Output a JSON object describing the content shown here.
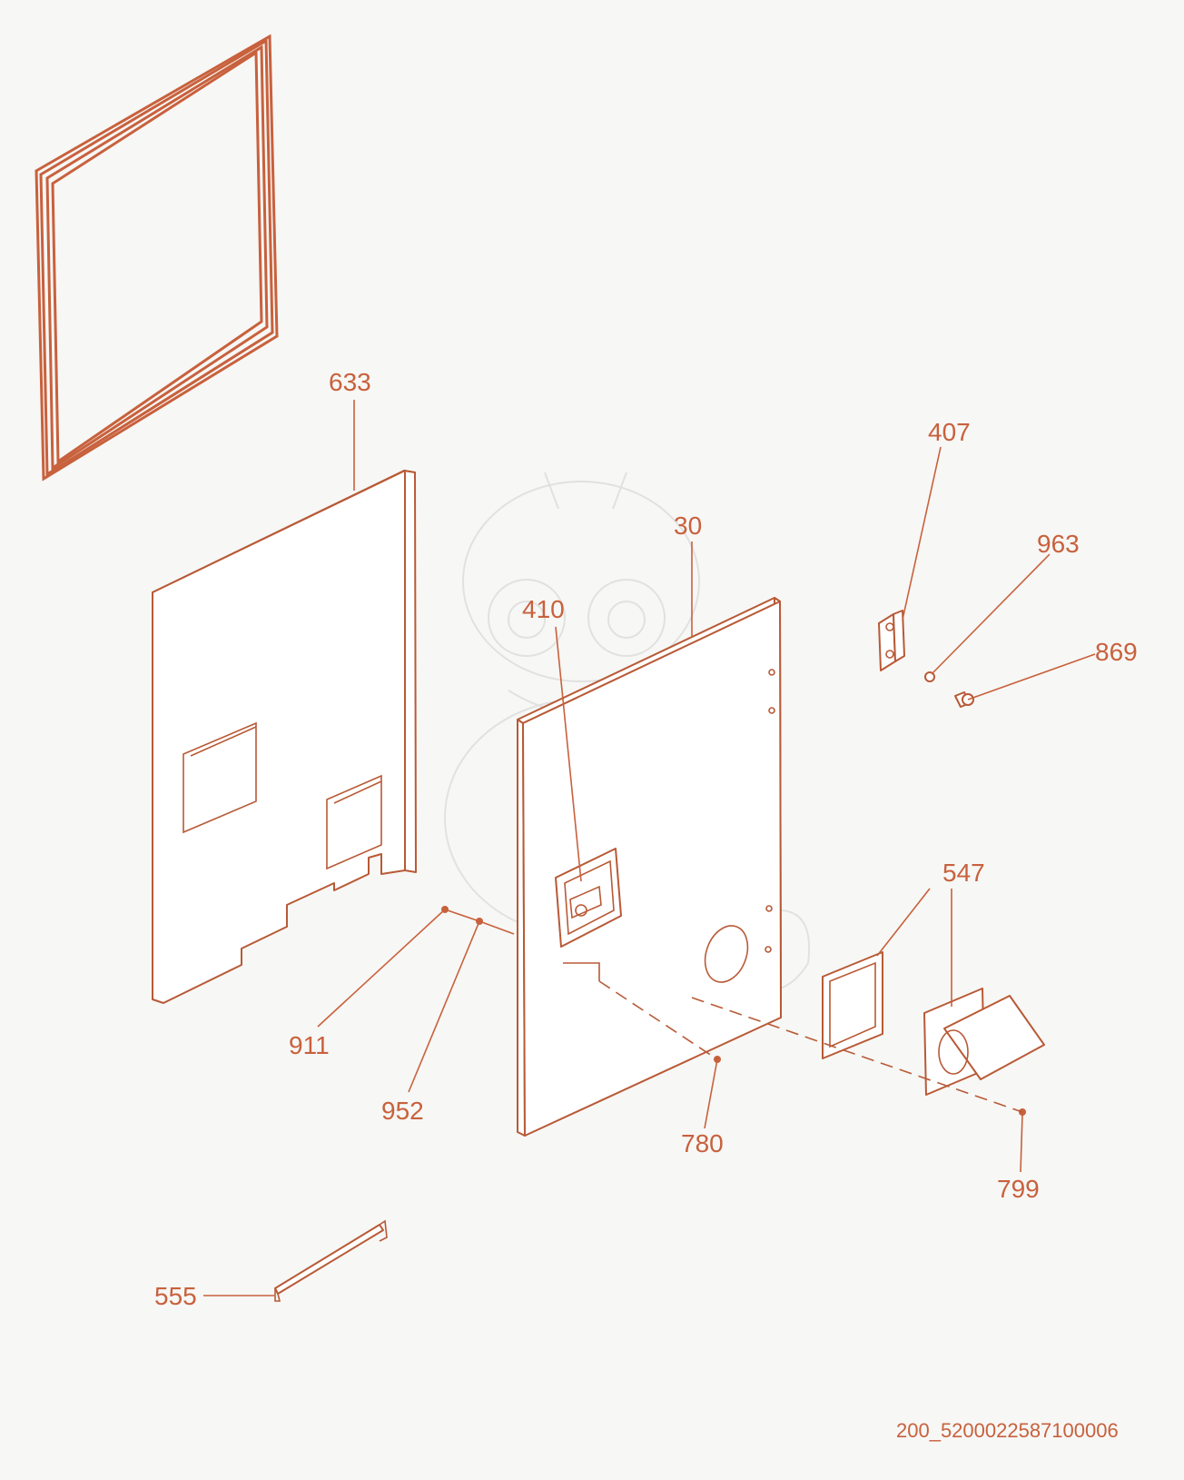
{
  "diagram": {
    "document_id": "200_5200022587100006",
    "colors": {
      "accent": "#c8613d",
      "line": "#b85a36",
      "background": "#f7f7f5"
    },
    "callouts": [
      {
        "id": "633",
        "text": "633"
      },
      {
        "id": "30",
        "text": "30"
      },
      {
        "id": "410",
        "text": "410"
      },
      {
        "id": "407",
        "text": "407"
      },
      {
        "id": "963",
        "text": "963"
      },
      {
        "id": "869",
        "text": "869"
      },
      {
        "id": "547",
        "text": "547"
      },
      {
        "id": "911",
        "text": "911"
      },
      {
        "id": "952",
        "text": "952"
      },
      {
        "id": "780",
        "text": "780"
      },
      {
        "id": "799",
        "text": "799"
      },
      {
        "id": "555",
        "text": "555"
      }
    ]
  }
}
